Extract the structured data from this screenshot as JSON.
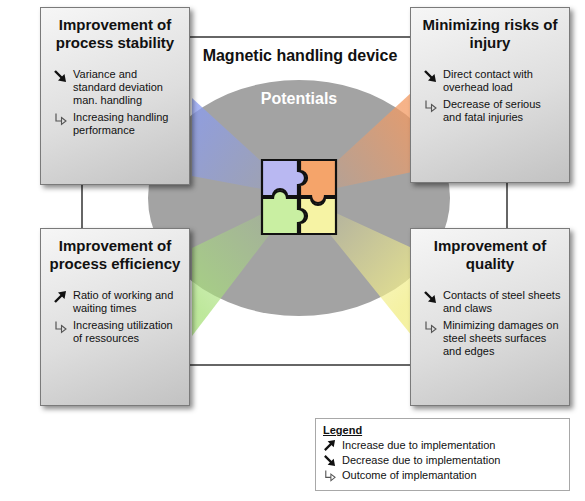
{
  "diagram": {
    "title": "Magnetic handling device",
    "nodes": [
      {
        "text": [
          "Improvement of process stability",
          "Variance and standard deviation man. handling",
          "Increasing handling performance"
        ]
      },
      {
        "text": [
          "Minimizing risks of injury",
          "Direct contact with overhead load",
          "Decrease of serious and fatal injuries"
        ]
      },
      {
        "text": [
          "Potentials"
        ]
      },
      {
        "text": [
          "Improvement of process efficiency",
          "Ratio of working and waiting times",
          "Increasing utilization of ressources"
        ]
      },
      {
        "text": [
          "Improvement of quality",
          "Contacts of steel sheets and claws",
          "Minimizing damages on steel sheets surfaces and edges"
        ]
      }
    ],
    "edges": [
      {
        "from": 0,
        "to": 1,
        "arrow": "none"
      },
      {
        "from": 0,
        "to": 3,
        "arrow": "none"
      },
      {
        "from": 1,
        "to": 4,
        "arrow": "none"
      },
      {
        "from": 3,
        "to": 4,
        "arrow": "none"
      }
    ],
    "labels": [
      "Legend"
    ],
    "legend": [
      {
        "text": "Increase due to implementation"
      },
      {
        "text": "Decrease due to implementation"
      },
      {
        "text": "Outcome of implemantation"
      }
    ]
  }
}
